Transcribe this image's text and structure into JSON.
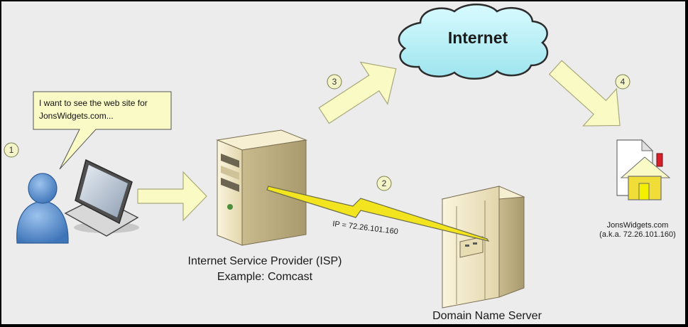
{
  "diagram": {
    "speech_bubble": {
      "line1": "I want to see the web site for",
      "line2": "JonsWidgets.com..."
    },
    "cloud_label": "Internet",
    "isp": {
      "line1": "Internet Service Provider (ISP)",
      "line2": "Example: Comcast"
    },
    "dns_label": "Domain Name Server",
    "ip_label": "IP = 72.26.101.160",
    "website": {
      "line1": "JonsWidgets.com",
      "line2": "(a.k.a. 72.26.101.160)"
    },
    "steps": [
      "1",
      "2",
      "3",
      "4"
    ]
  },
  "colors": {
    "background": "#ececec",
    "arrow_fill": "#fafac4",
    "arrow_stroke": "#a9a97a",
    "cloud_fill": "#b6eff5",
    "cloud_stroke": "#2c2c2c",
    "bubble_fill": "#fafac6",
    "badge_fill": "#f3f5c8",
    "lightning": "#f2e41e",
    "person_blue": "#4f86c7",
    "server_beige": "#efe5c3",
    "house_yellow": "#f0dd38"
  }
}
